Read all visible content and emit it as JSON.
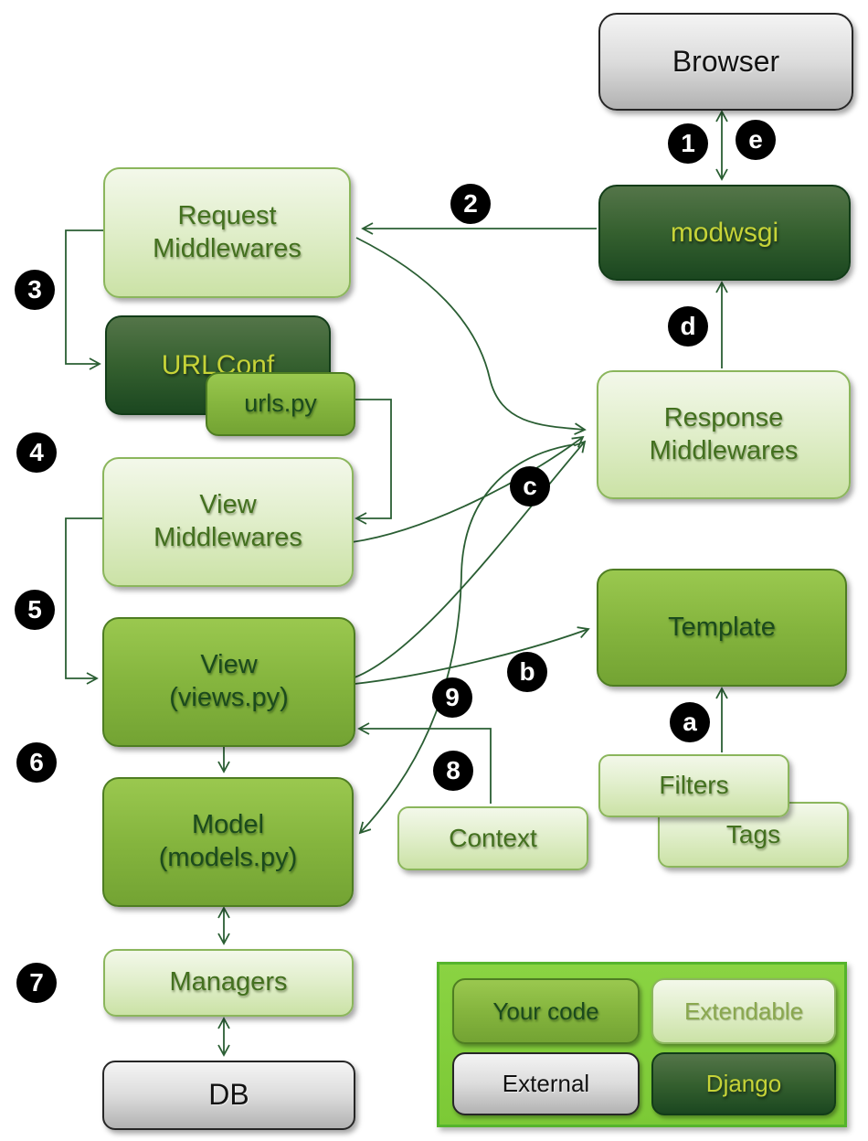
{
  "nodes": {
    "browser": "Browser",
    "modwsgi": "modwsgi",
    "request_middlewares": "Request\nMiddlewares",
    "urlconf": "URLConf",
    "urls_py": "urls.py",
    "view_middlewares": "View\nMiddlewares",
    "view": "View\n(views.py)",
    "model": "Model\n(models.py)",
    "managers": "Managers",
    "db": "DB",
    "response_middlewares": "Response\nMiddlewares",
    "template": "Template",
    "filters": "Filters",
    "tags": "Tags",
    "context": "Context"
  },
  "badges": {
    "n1": "1",
    "n2": "2",
    "n3": "3",
    "n4": "4",
    "n5": "5",
    "n6": "6",
    "n7": "7",
    "n8": "8",
    "n9": "9",
    "la": "a",
    "lb": "b",
    "lc": "c",
    "ld": "d",
    "le": "e"
  },
  "legend": {
    "your_code": "Your code",
    "extendable": "Extendable",
    "external": "External",
    "django": "Django"
  },
  "edges": [
    {
      "from": "browser",
      "to": "modwsgi",
      "badges": [
        "1",
        "e"
      ],
      "arrows": "both",
      "shape": "straight"
    },
    {
      "from": "modwsgi",
      "to": "request_middlewares",
      "badges": [
        "2"
      ],
      "arrows": "end",
      "shape": "straight"
    },
    {
      "from": "request_middlewares",
      "to": "urlconf",
      "badges": [
        "3"
      ],
      "arrows": "end",
      "shape": "elbow"
    },
    {
      "from": "urls_py",
      "to": "view_middlewares",
      "badges": [
        "4"
      ],
      "arrows": "end",
      "shape": "elbow"
    },
    {
      "from": "view_middlewares",
      "to": "view",
      "badges": [
        "5"
      ],
      "arrows": "end",
      "shape": "elbow"
    },
    {
      "from": "view",
      "to": "model",
      "badges": [
        "6"
      ],
      "arrows": "end",
      "shape": "straight"
    },
    {
      "from": "model",
      "to": "managers",
      "badges": [
        "7"
      ],
      "arrows": "both",
      "shape": "straight"
    },
    {
      "from": "managers",
      "to": "db",
      "badges": [
        "7"
      ],
      "arrows": "both",
      "shape": "straight"
    },
    {
      "from": "context",
      "to": "view",
      "badges": [
        "8"
      ],
      "arrows": "end",
      "shape": "elbow"
    },
    {
      "from": "response_middlewares_junction",
      "to": "model",
      "badges": [
        "9"
      ],
      "arrows": "end",
      "shape": "curve"
    },
    {
      "from": "filters",
      "to": "template",
      "badges": [
        "a"
      ],
      "arrows": "end",
      "shape": "straight"
    },
    {
      "from": "view",
      "to": "template",
      "badges": [
        "b"
      ],
      "arrows": "end",
      "shape": "curve"
    },
    {
      "from": "request_middlewares",
      "to": "response_middlewares",
      "badges": [
        "c"
      ],
      "arrows": "end",
      "shape": "curve"
    },
    {
      "from": "view_middlewares",
      "to": "response_middlewares",
      "badges": [
        "c"
      ],
      "arrows": "end",
      "shape": "curve"
    },
    {
      "from": "view",
      "to": "response_middlewares",
      "badges": [
        "c"
      ],
      "arrows": "end",
      "shape": "curve"
    },
    {
      "from": "response_middlewares",
      "to": "modwsgi",
      "badges": [
        "d"
      ],
      "arrows": "end",
      "shape": "straight"
    }
  ],
  "colors": {
    "line": "#2a5e33",
    "badge_bg": "#000000",
    "badge_text": "#ffffff",
    "light_box_fill": "#e2efcd",
    "light_box_border": "#8bb65c",
    "medium_box_fill": "#85b53e",
    "medium_box_border": "#4e7d22",
    "dark_box_fill": "#2c5629",
    "dark_box_border": "#123c18",
    "dark_box_text": "#c6d338",
    "gray_box_fill": "#dcdcdc",
    "green_text": "#43701f",
    "legend_bg": "#7cc936",
    "legend_border": "#55b42c"
  }
}
